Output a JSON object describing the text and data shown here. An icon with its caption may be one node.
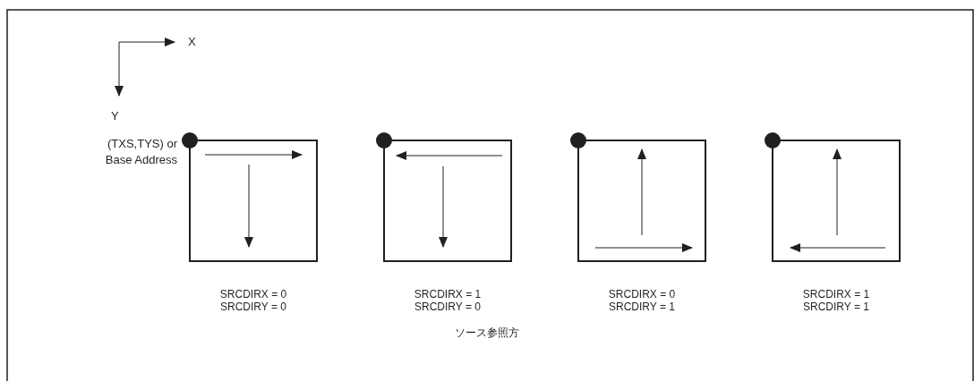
{
  "diagram": {
    "caption": "ソース参照方",
    "nodes": [
      {
        "text": [],
        "shape": "box",
        "beside": [
          "SRCDIRX = 0",
          "SRCDIRY = 0"
        ]
      },
      {
        "text": [],
        "shape": "box",
        "beside": [
          "SRCDIRX = 1",
          "SRCDIRY = 0"
        ]
      },
      {
        "text": [],
        "shape": "box",
        "beside": [
          "SRCDIRX = 0",
          "SRCDIRY = 1"
        ]
      },
      {
        "text": [],
        "shape": "box",
        "beside": [
          "SRCDIRX = 1",
          "SRCDIRY = 1"
        ]
      }
    ],
    "edges": [],
    "labels": [
      "X",
      "Y",
      "(TXS,TYS) or Base Address"
    ]
  }
}
